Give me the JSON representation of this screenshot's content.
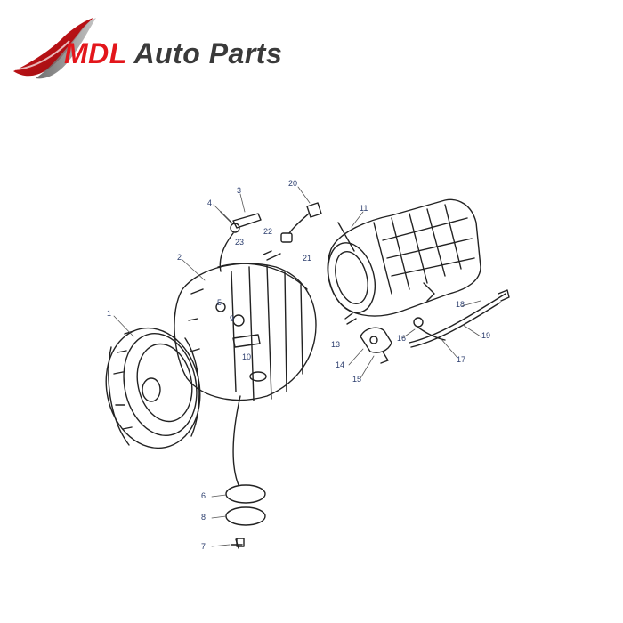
{
  "brand": {
    "mdl": "MDL",
    "rest": " Auto Parts"
  },
  "callouts": [
    "1",
    "2",
    "3",
    "4",
    "5",
    "6",
    "7",
    "8",
    "9",
    "10",
    "11",
    "13",
    "14",
    "15",
    "16",
    "17",
    "18",
    "19",
    "20",
    "21",
    "22",
    "23"
  ]
}
